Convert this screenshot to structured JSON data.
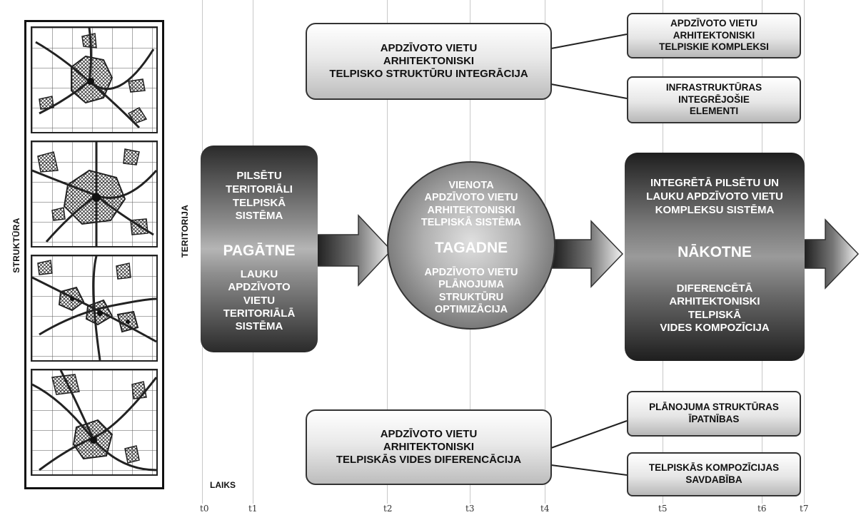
{
  "labels": {
    "struktura": "STRUKTŪRA",
    "teritorija": "TERITORIJA",
    "laiks": "LAIKS"
  },
  "ticks": [
    "t0",
    "t1",
    "t2",
    "t3",
    "t4",
    "t5",
    "t6",
    "t7"
  ],
  "top_left_box": "APDZĪVOTO VIETU\nARHITEKTONISKI\nTELPISKO STRUKTŪRU INTEGRĀCIJA",
  "top_right_box_1": "APDZĪVOTO VIETU\nARHITEKTONISKI\nTELPISKIE KOMPLEKSI",
  "top_right_box_2": "INFRASTRUKTŪRAS\nINTEGRĒJOŠIE\nELEMENTI",
  "bottom_left_box": "APDZĪVOTO VIETU\nARHITEKTONISKI\nTELPISKĀS VIDES DIFERENCĀCIJA",
  "bottom_right_box_1": "PLĀNOJUMA STRUKTŪRAS\nĪPATNĪBAS",
  "bottom_right_box_2": "TELPISKĀS KOMPOZĪCIJAS\nSAVDABĪBA",
  "past": {
    "top": "PILSĒTU\nTERITORIĀLI\nTELPISKĀ\nSISTĒMA",
    "title": "PAGĀTNE",
    "bottom": "LAUKU\nAPDZĪVOTO\nVIETU\nTERITORIĀLĀ\nSISTĒMA"
  },
  "present": {
    "top": "VIENOTA\nAPDZĪVOTO VIETU\nARHITEKTONISKI\nTELPISKĀ SISTĒMA",
    "title": "TAGADNE",
    "bottom": "APDZĪVOTO VIETU\nPLĀNOJUMA\nSTRUKTŪRU\nOPTIMIZĀCIJA"
  },
  "future": {
    "top": "INTEGRĒTĀ PILSĒTU UN\nLAUKU APDZĪVOTO VIETU\nKOMPLEKSU SISTĒMA",
    "title": "NĀKOTNE",
    "bottom": "DIFERENCĒTĀ\nARHITEKTONISKI\nTELPISKĀ\nVIDES KOMPOZĪCIJA"
  }
}
